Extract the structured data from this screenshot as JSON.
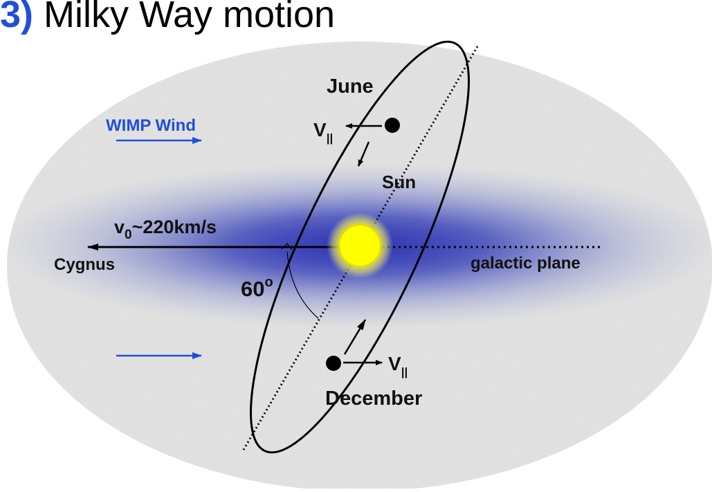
{
  "title": {
    "number": "3)",
    "text": "Milky Way motion"
  },
  "labels": {
    "june": "June",
    "december": "December",
    "wimp_wind": "WIMP Wind",
    "sun": "Sun",
    "velocity_main": "v",
    "velocity_sub": "0",
    "velocity_value": "~220km/s",
    "cygnus": "Cygnus",
    "galactic_plane": "galactic plane",
    "angle_value": "60",
    "angle_unit": "o",
    "v_parallel": "V",
    "v_parallel_sub": "||"
  },
  "colors": {
    "accent_blue": "#1f4fd8",
    "sky_background": "#e7e7e7",
    "galaxy_band": "#3a43b8",
    "sun_yellow": "#ffff00",
    "orbit_black": "#000000"
  }
}
